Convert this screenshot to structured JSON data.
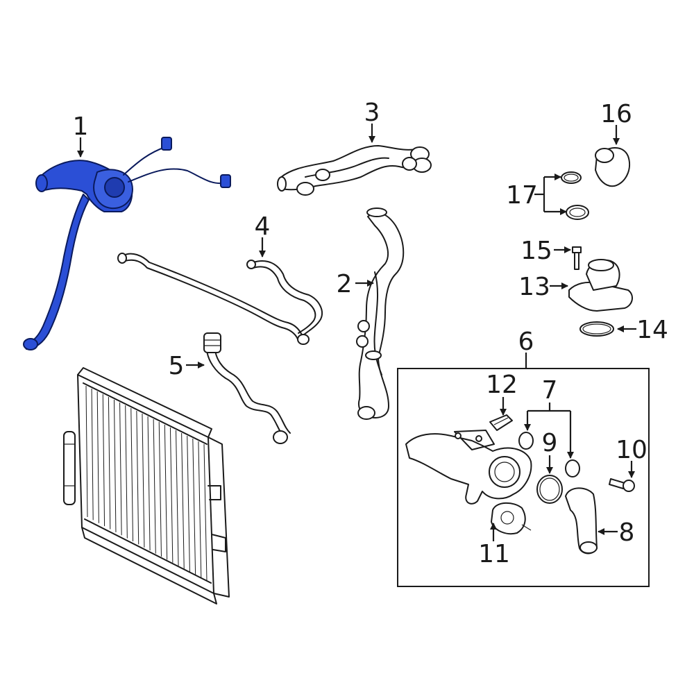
{
  "highlight_color": "#2b4fd6",
  "callouts": {
    "c1": "1",
    "c2": "2",
    "c3": "3",
    "c4": "4",
    "c5": "5",
    "c6": "6",
    "c7": "7",
    "c8": "8",
    "c9": "9",
    "c10": "10",
    "c11": "11",
    "c12": "12",
    "c13": "13",
    "c14": "14",
    "c15": "15",
    "c16": "16",
    "c17": "17"
  }
}
